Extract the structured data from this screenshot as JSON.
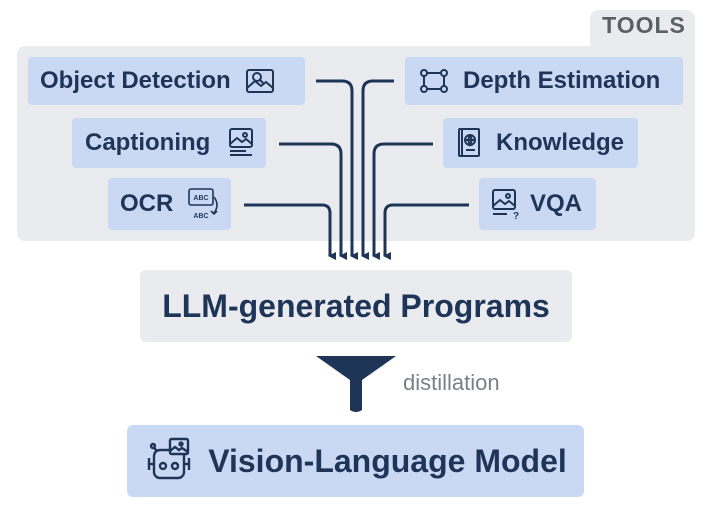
{
  "tools_title": "TOOLS",
  "tools": {
    "object_detection": {
      "label": "Object Detection",
      "icon": "object-detection-icon"
    },
    "captioning": {
      "label": "Captioning",
      "icon": "image-caption-icon"
    },
    "ocr": {
      "label": "OCR",
      "icon": "ocr-icon"
    },
    "depth_estimation": {
      "label": "Depth Estimation",
      "icon": "bounding-box-icon"
    },
    "knowledge": {
      "label": "Knowledge",
      "icon": "book-globe-icon"
    },
    "vqa": {
      "label": "VQA",
      "icon": "image-question-icon"
    }
  },
  "programs_label": "LLM-generated Programs",
  "distill_label": "distillation",
  "vlm_label": "Vision-Language Model",
  "colors": {
    "navy": "#1f3558",
    "tool_bg": "#c9d9f3",
    "panel_bg": "#e9ebef"
  }
}
